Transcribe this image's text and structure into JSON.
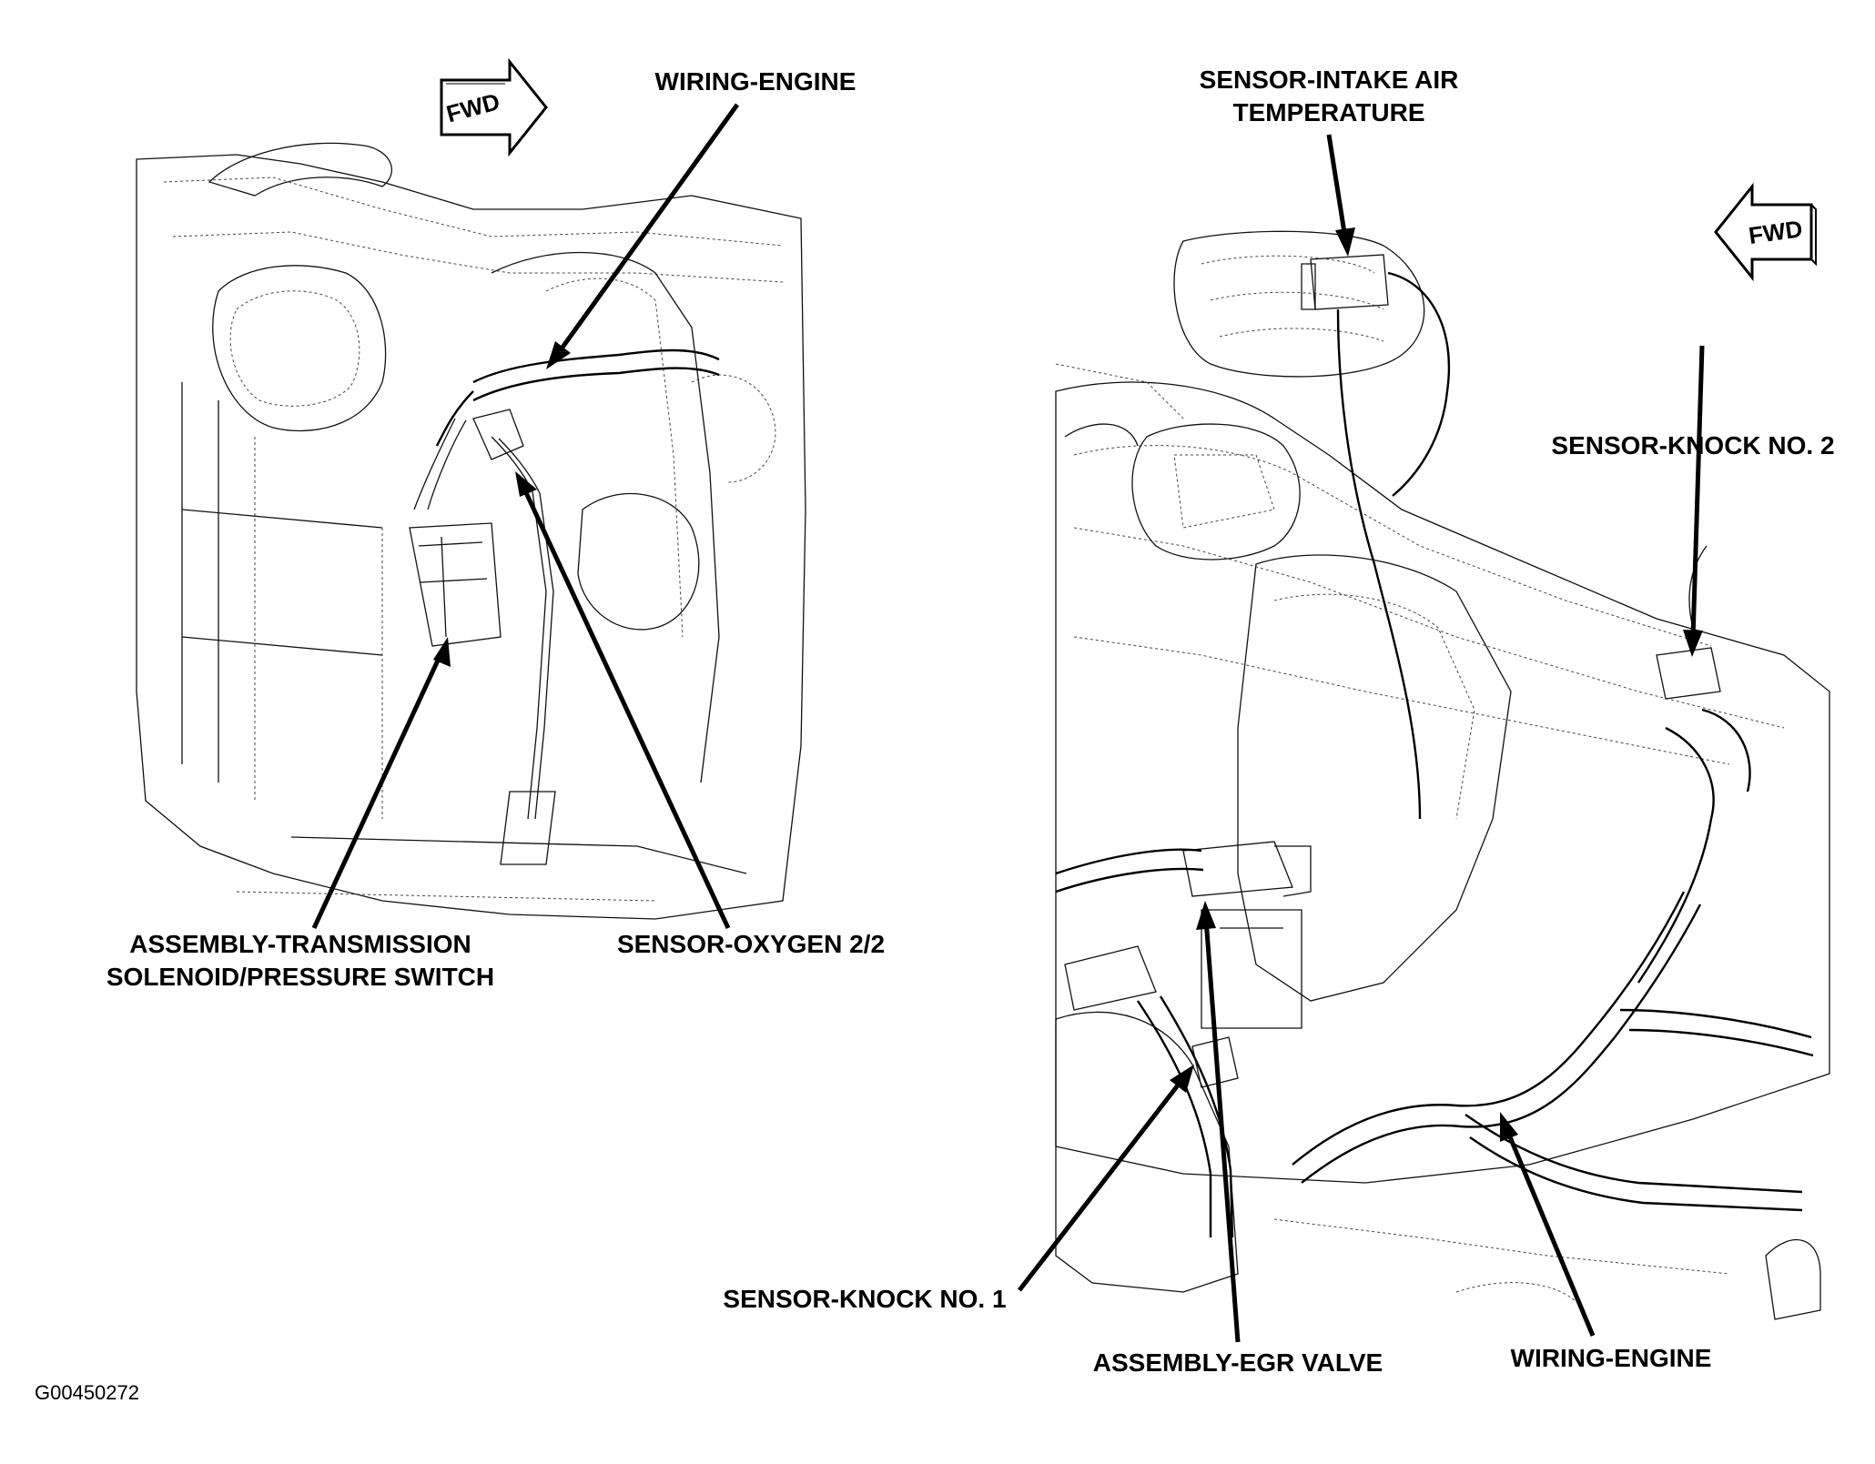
{
  "reference_id": "G00450272",
  "left_view": {
    "fwd_arrow": "FWD",
    "labels": {
      "wiring_engine": "WIRING-ENGINE",
      "transmission_line1": "ASSEMBLY-TRANSMISSION",
      "transmission_line2": "SOLENOID/PRESSURE SWITCH",
      "oxygen_sensor": "SENSOR-OXYGEN 2/2"
    }
  },
  "right_view": {
    "fwd_arrow": "FWD",
    "labels": {
      "intake_air_line1": "SENSOR-INTAKE AIR",
      "intake_air_line2": "TEMPERATURE",
      "knock_2": "SENSOR-KNOCK NO. 2",
      "knock_1": "SENSOR-KNOCK NO. 1",
      "egr_valve": "ASSEMBLY-EGR VALVE",
      "wiring_engine": "WIRING-ENGINE"
    }
  }
}
